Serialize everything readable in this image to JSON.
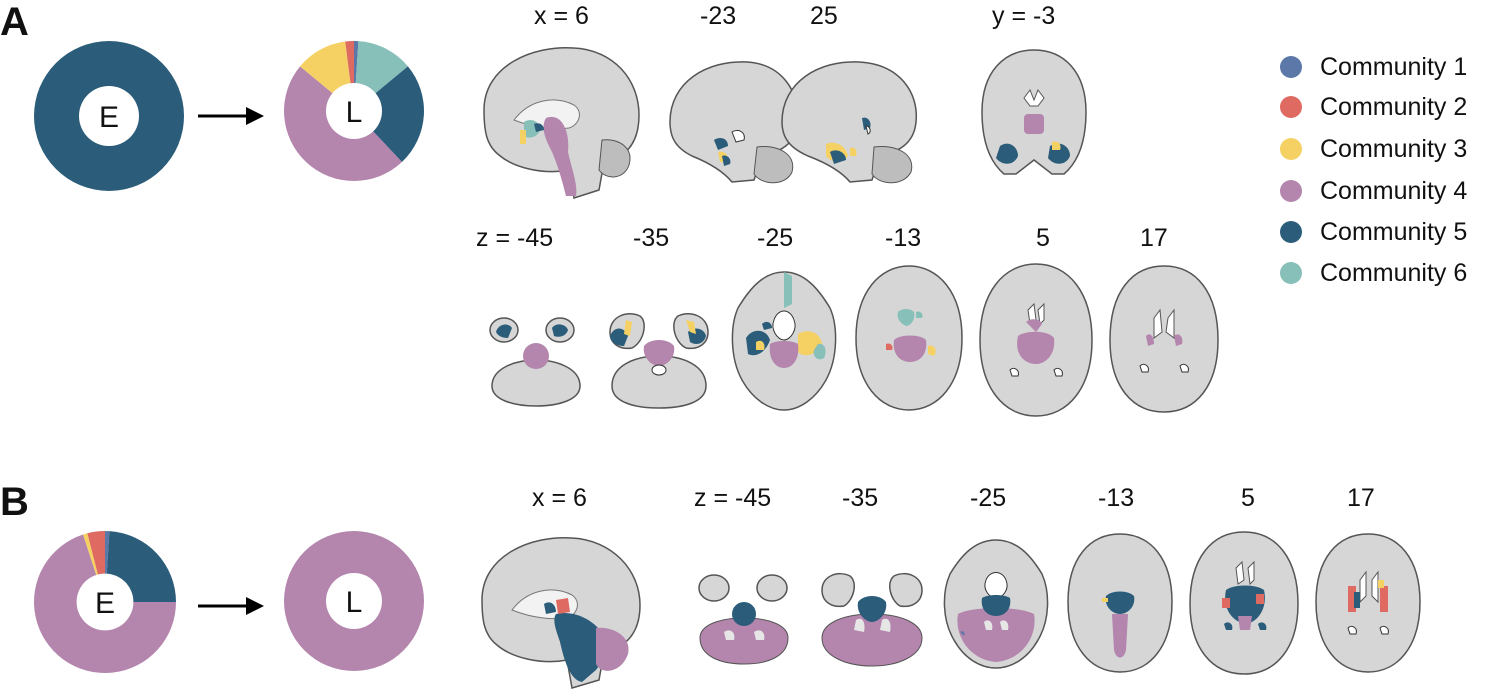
{
  "panels": [
    {
      "letter": "A"
    },
    {
      "letter": "B"
    }
  ],
  "donut_labels": {
    "early": "E",
    "late": "L"
  },
  "legend": [
    {
      "label": "Community 1",
      "color": "#5b78a8"
    },
    {
      "label": "Community 2",
      "color": "#de6a62"
    },
    {
      "label": "Community 3",
      "color": "#f5d163"
    },
    {
      "label": "Community 4",
      "color": "#b485ad"
    },
    {
      "label": "Community 5",
      "color": "#2b5d7a"
    },
    {
      "label": "Community 6",
      "color": "#86c0b8"
    }
  ],
  "coords": {
    "a_sag_x": "x = 6",
    "a_sag_m23": "-23",
    "a_sag_25": "25",
    "a_cor_y": "y = -3",
    "a_ax_z45": "z = -45",
    "a_ax_m35": "-35",
    "a_ax_m25": "-25",
    "a_ax_m13": "-13",
    "a_ax_5": "5",
    "a_ax_17": "17",
    "b_sag_x": "x = 6",
    "b_ax_z45": "z = -45",
    "b_ax_m35": "-35",
    "b_ax_m25": "-25",
    "b_ax_m13": "-13",
    "b_ax_5": "5",
    "b_ax_17": "17"
  },
  "chart_data": [
    {
      "type": "pie",
      "panel": "A",
      "label": "E",
      "series": [
        {
          "name": "Community 5",
          "value": 1.0
        }
      ]
    },
    {
      "type": "pie",
      "panel": "A",
      "label": "L",
      "series": [
        {
          "name": "Community 1",
          "value": 0.01
        },
        {
          "name": "Community 6",
          "value": 0.13
        },
        {
          "name": "Community 5",
          "value": 0.24
        },
        {
          "name": "Community 4",
          "value": 0.48
        },
        {
          "name": "Community 3",
          "value": 0.12
        },
        {
          "name": "Community 2",
          "value": 0.02
        }
      ]
    },
    {
      "type": "pie",
      "panel": "B",
      "label": "E",
      "series": [
        {
          "name": "Community 1",
          "value": 0.01
        },
        {
          "name": "Community 5",
          "value": 0.24
        },
        {
          "name": "Community 4",
          "value": 0.7
        },
        {
          "name": "Community 3",
          "value": 0.01
        },
        {
          "name": "Community 2",
          "value": 0.04
        }
      ]
    },
    {
      "type": "pie",
      "panel": "B",
      "label": "L",
      "series": [
        {
          "name": "Community 4",
          "value": 1.0
        }
      ]
    }
  ]
}
